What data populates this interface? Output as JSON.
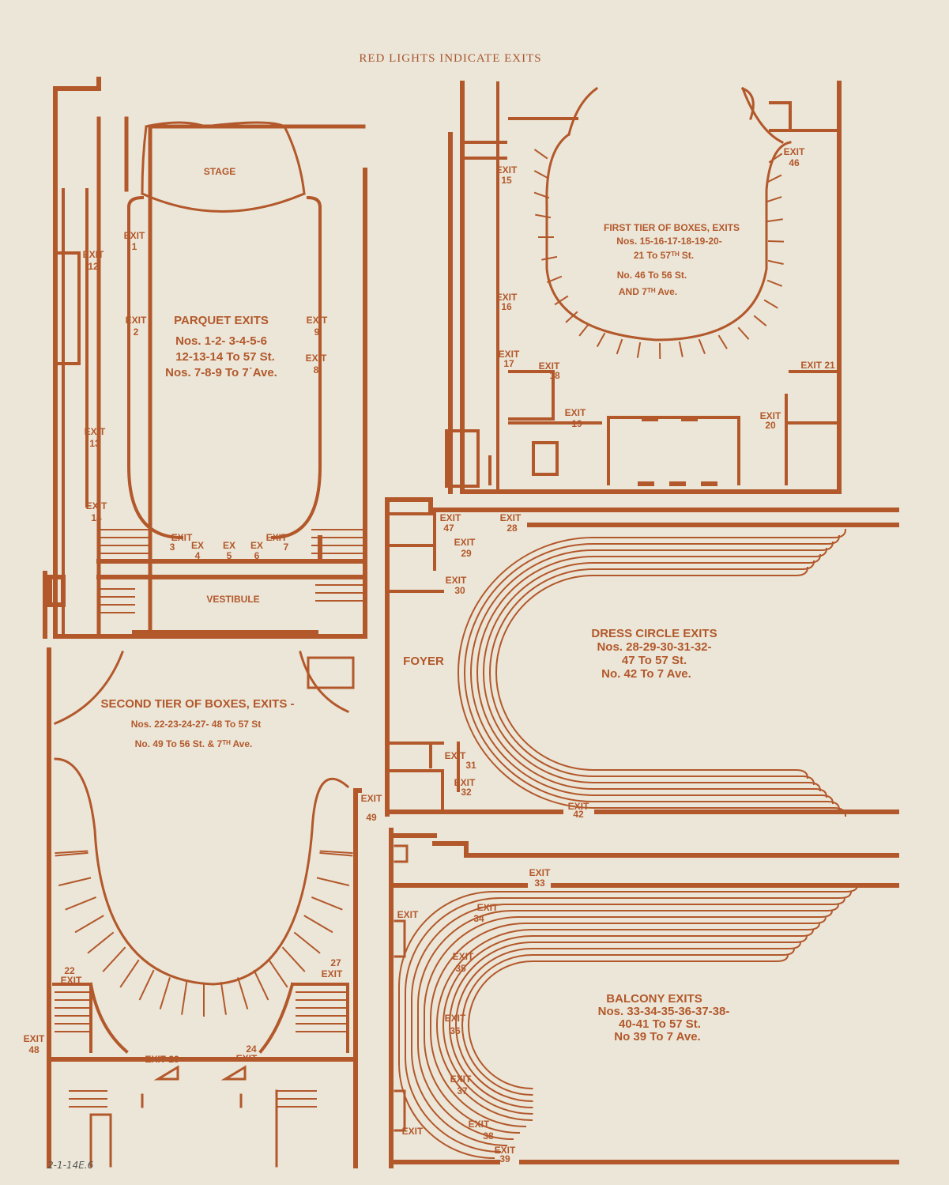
{
  "header": "RED LIGHTS INDICATE EXITS",
  "colors": {
    "ink": "#b3582b",
    "paper": "#ebe6d8"
  },
  "parquet": {
    "stage": "STAGE",
    "vestibule": "VESTIBULE",
    "title": "PARQUET EXITS",
    "lines": [
      "Nos. 1-2- 3-4-5-6",
      "12-13-14 To 57 St.",
      "Nos. 7-8-9  To 7˙Ave."
    ],
    "exits": [
      {
        "label": "EXIT",
        "num": "1"
      },
      {
        "label": "EXIT",
        "num": "12"
      },
      {
        "label": "EXIT",
        "num": "2"
      },
      {
        "label": "EXIT",
        "num": "9"
      },
      {
        "label": "EXIT",
        "num": "8"
      },
      {
        "label": "EXIT",
        "num": "13"
      },
      {
        "label": "EXIT",
        "num": "14"
      },
      {
        "label": "EXIT",
        "num": "3"
      },
      {
        "label": "EX",
        "num": "4"
      },
      {
        "label": "EX",
        "num": "5"
      },
      {
        "label": "EX",
        "num": "6"
      },
      {
        "label": "EXIT",
        "num": "7"
      }
    ]
  },
  "first_tier": {
    "lines": [
      "FIRST TIER OF BOXES, EXITS",
      "Nos. 15-16-17-18-19-20-",
      "21 To 57ᵀᴴ St.",
      "No.  46 To 56 St.",
      "AND 7ᵀᴴ Ave."
    ],
    "exits": [
      {
        "label": "EXIT",
        "num": "15"
      },
      {
        "label": "EXIT",
        "num": "16"
      },
      {
        "label": "EXIT",
        "num": "17"
      },
      {
        "label": "EXIT",
        "num": "18"
      },
      {
        "label": "EXIT",
        "num": "19"
      },
      {
        "label": "EXIT 21",
        "num": ""
      },
      {
        "label": "EXIT",
        "num": "20"
      },
      {
        "label": "EXIT",
        "num": "46"
      }
    ]
  },
  "dress_circle": {
    "foyer": "FOYER",
    "lines": [
      "DRESS CIRCLE EXITS",
      "Nos. 28-29-30-31-32-",
      "47 To 57 St.",
      "No. 42 To 7 Ave."
    ],
    "exits": [
      {
        "label": "EXIT",
        "num": "47"
      },
      {
        "label": "EXIT",
        "num": "28"
      },
      {
        "label": "EXIT",
        "num": "29"
      },
      {
        "label": "EXIT",
        "num": "30"
      },
      {
        "label": "EXIT",
        "num": "31"
      },
      {
        "label": "EXIT",
        "num": "32"
      },
      {
        "label": "EXIT",
        "num": "42"
      }
    ]
  },
  "second_tier": {
    "lines": [
      "SECOND TIER OF BOXES, EXITS -",
      "Nos. 22-23-24-27- 48 To 57 St",
      "No.  49 To 56 St. & 7ᵀᴴ Ave."
    ],
    "exits": [
      {
        "label": "EXIT",
        "num": "49"
      },
      {
        "label": "EXIT",
        "num": "22"
      },
      {
        "label": "EXIT",
        "num": "27"
      },
      {
        "label": "EXIT",
        "num": "48"
      },
      {
        "label": "EXIT 23",
        "num": ""
      },
      {
        "label": "EXIT",
        "num": "24"
      }
    ]
  },
  "balcony": {
    "lines": [
      "BALCONY EXITS",
      "Nos. 33-34-35-36-37-38-",
      "40-41 To 57 St.",
      "No 39 To 7 Ave."
    ],
    "exits": [
      {
        "label": "EXIT",
        "num": "33"
      },
      {
        "label": "EXIT",
        "num": "34"
      },
      {
        "label": "EXIT",
        "num": "35"
      },
      {
        "label": "EXIT",
        "num": "36"
      },
      {
        "label": "EXIT",
        "num": "37"
      },
      {
        "label": "EXIT",
        "num": "38"
      },
      {
        "label": "EXIT",
        "num": "39"
      },
      {
        "label": "EXIT",
        "num": ""
      },
      {
        "label": "EXIT",
        "num": ""
      }
    ]
  },
  "handwritten_note": "2-1-14E.6"
}
